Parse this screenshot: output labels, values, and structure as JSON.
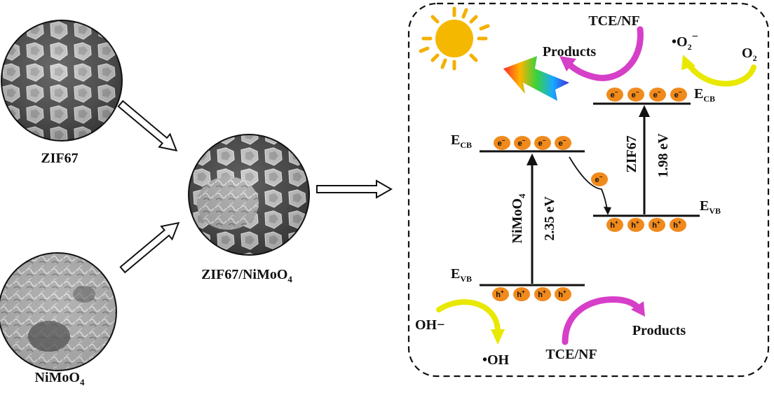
{
  "samples": {
    "zif67": {
      "label": "ZIF67"
    },
    "nimoo4": {
      "label_main": "NiMoO",
      "label_sub": "4"
    },
    "composite": {
      "label_main": "ZIF67/NiMoO",
      "label_sub": "4"
    }
  },
  "mechanism": {
    "nimoo4_band": {
      "cb_label_main": "E",
      "cb_label_sub": "CB",
      "vb_label_main": "E",
      "vb_label_sub": "VB",
      "material_main": "NiMoO",
      "material_sub": "4",
      "gap": "2.35 eV"
    },
    "zif67_band": {
      "cb_label_main": "E",
      "cb_label_sub": "CB",
      "vb_label_main": "E",
      "vb_label_sub": "VB",
      "material": "ZIF67",
      "gap": "1.98 eV"
    },
    "electron": {
      "main": "e",
      "sup": "−"
    },
    "hole": {
      "main": "h",
      "sup": "+"
    },
    "top_reactant": "TCE/NF",
    "top_product": "Products",
    "superoxide_main": "•O",
    "superoxide_sub": "2",
    "superoxide_sup": "−",
    "oxygen_main": "O",
    "oxygen_sub": "2",
    "bottom_reactant": "TCE/NF",
    "bottom_product": "Products",
    "hydroxide": "OH−",
    "hydroxyl_radical": "•OH"
  },
  "colors": {
    "sun": "#f5b800",
    "sun_ray": "#f4b000",
    "particle": "#f08a1c",
    "magenta_arrow": "#d63fc8",
    "yellow_arrow": "#e8e800"
  }
}
